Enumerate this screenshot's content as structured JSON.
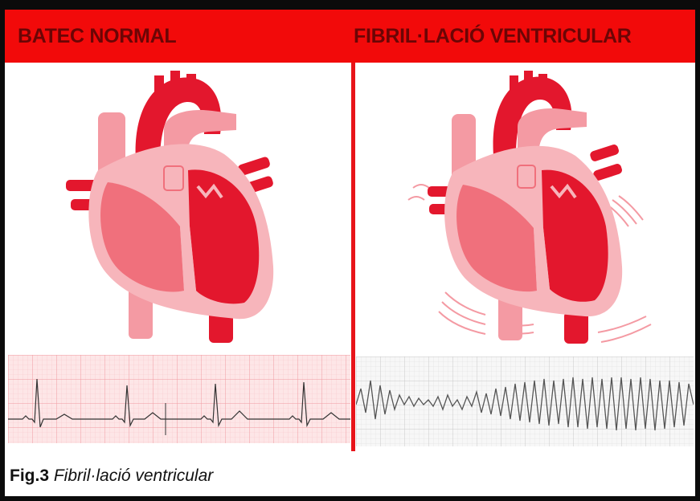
{
  "header": {
    "left_title": "BATEC NORMAL",
    "right_title": "FIBRIL·LACIÓ VENTRICULAR"
  },
  "caption": {
    "label": "Fig.3",
    "text": "Fibril·lació ventricular"
  },
  "colors": {
    "header_red": "#f20a0a",
    "title_dark_red": "#6b0505",
    "heart_dark": "#e3172d",
    "heart_mid": "#f0707c",
    "heart_light": "#f7b5bb",
    "ecg_grid": "#f5b3b7",
    "ecg_trace": "#333333"
  },
  "panels": [
    {
      "heart": "heart-icon",
      "ecg": "normal-sinus-rhythm-strip"
    },
    {
      "heart": "heart-icon-vibrating",
      "ecg": "ventricular-fibrillation-strip"
    }
  ]
}
